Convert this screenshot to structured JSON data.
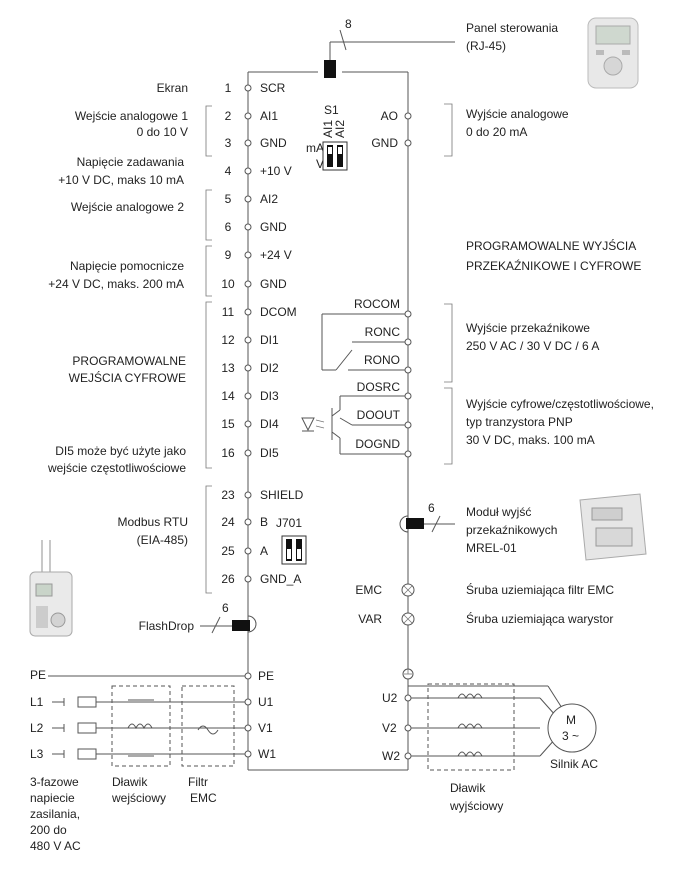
{
  "top": {
    "connector_count": "8",
    "panel_label_1": "Panel sterowania",
    "panel_label_2": "(RJ-45)"
  },
  "left_terminals": [
    {
      "num": "1",
      "name": "SCR"
    },
    {
      "num": "2",
      "name": "AI1"
    },
    {
      "num": "3",
      "name": "GND"
    },
    {
      "num": "4",
      "name": "+10 V"
    },
    {
      "num": "5",
      "name": "AI2"
    },
    {
      "num": "6",
      "name": "GND"
    },
    {
      "num": "9",
      "name": "+24 V"
    },
    {
      "num": "10",
      "name": "GND"
    },
    {
      "num": "11",
      "name": "DCOM"
    },
    {
      "num": "12",
      "name": "DI1"
    },
    {
      "num": "13",
      "name": "DI2"
    },
    {
      "num": "14",
      "name": "DI3"
    },
    {
      "num": "15",
      "name": "DI4"
    },
    {
      "num": "16",
      "name": "DI5"
    },
    {
      "num": "23",
      "name": "SHIELD"
    },
    {
      "num": "24",
      "name": "B"
    },
    {
      "num": "25",
      "name": "A"
    },
    {
      "num": "26",
      "name": "GND_A"
    }
  ],
  "left_labels": {
    "ekran": "Ekran",
    "ai1_line1": "Wejście analogowe 1",
    "ai1_line2": "0 do 10 V",
    "ref_line1": "Napięcie zadawania",
    "ref_line2": "+10 V DC, maks 10 mA",
    "ai2": "Wejście analogowe 2",
    "aux_line1": "Napięcie pomocnicze",
    "aux_line2": "+24 V DC, maks. 200 mA",
    "prog_line1": "PROGRAMOWALNE",
    "prog_line2": "WEJŚCIA CYFROWE",
    "di5_line1": "DI5 może być użyte jako",
    "di5_line2": "wejście częstotliwościowe",
    "modbus_line1": "Modbus RTU",
    "modbus_line2": "(EIA-485)",
    "flashdrop": "FlashDrop",
    "flashdrop_count": "6"
  },
  "switches": {
    "s1": "S1",
    "s1_ai1": "AI1",
    "s1_ai2": "AI2",
    "s1_ma": "mA",
    "s1_v": "V",
    "j701": "J701"
  },
  "right_terminals": {
    "ao": "AO",
    "gnd": "GND",
    "rocom": "ROCOM",
    "ronc": "RONC",
    "rono": "RONO",
    "dosrc": "DOSRC",
    "doout": "DOOUT",
    "dognd": "DOGND",
    "emc": "EMC",
    "var": "VAR"
  },
  "right_labels": {
    "ao_line1": "Wyjście analogowe",
    "ao_line2": "0 do 20 mA",
    "prog_out_line1": "PROGRAMOWALNE WYJŚCIA",
    "prog_out_line2": "PRZEKAŹNIKOWE I CYFROWE",
    "relay_line1": "Wyjście przekaźnikowe",
    "relay_line2": "250 V AC / 30 V DC / 6 A",
    "digout_line1": "Wyjście cyfrowe/częstotliwościowe,",
    "digout_line2": "typ tranzystora PNP",
    "digout_line3": "30 V DC, maks. 100 mA",
    "module_line1": "Moduł wyjść",
    "module_line2": "przekaźnikowych",
    "module_line3": "MREL-01",
    "module_count": "6",
    "emc_screw": "Śruba uziemiająca filtr EMC",
    "var_screw": "Śruba uziemiająca warystor"
  },
  "power": {
    "pe": "PE",
    "l1": "L1",
    "l2": "L2",
    "l3": "L3",
    "u1": "U1",
    "v1": "V1",
    "w1": "W1",
    "pe_right": "PE",
    "u2": "U2",
    "v2": "V2",
    "w2": "W2",
    "supply_lines": [
      "3-fazowe",
      "napiecie",
      "zasilania,",
      "200 do",
      "480 V AC"
    ],
    "choke_in_1": "Dławik",
    "choke_in_2": "wejściowy",
    "filter_1": "Filtr",
    "filter_2": "EMC",
    "choke_out_1": "Dławik",
    "choke_out_2": "wyjściowy",
    "motor_m": "M",
    "motor_phase": "3 ~",
    "motor_label": "Silnik AC"
  }
}
